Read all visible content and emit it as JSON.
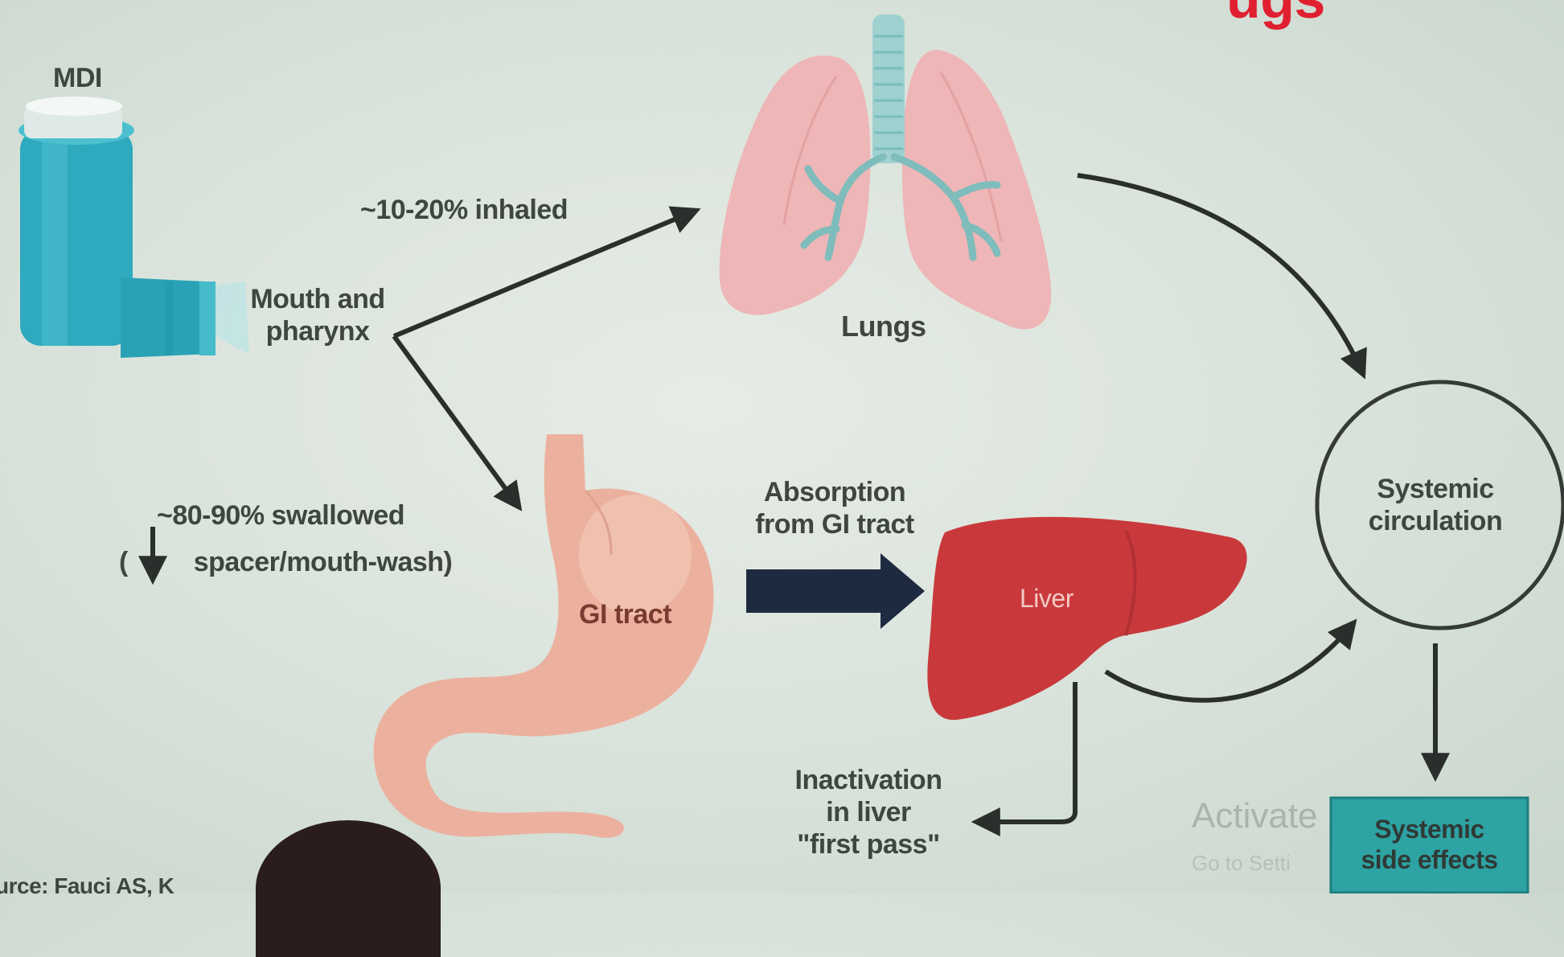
{
  "diagram": {
    "title_fragment": "ugs",
    "labels": {
      "mdi": "MDI",
      "mouth_pharynx_line1": "Mouth and",
      "mouth_pharynx_line2": "pharynx",
      "inhaled": "~10-20% inhaled",
      "lungs": "Lungs",
      "swallowed": "~80-90% swallowed",
      "spacer_open": "(",
      "spacer_text": "spacer/mouth-wash)",
      "gi_tract": "GI tract",
      "absorption_line1": "Absorption",
      "absorption_line2": "from GI tract",
      "liver": "Liver",
      "systemic_line1": "Systemic",
      "systemic_line2": "circulation",
      "inactivation_line1": "Inactivation",
      "inactivation_line2": "in liver",
      "inactivation_line3": "\"first pass\"",
      "side_effects_line1": "Systemic",
      "side_effects_line2": "side effects",
      "source_fragment": "urce: Fauci AS, K"
    },
    "overlay": {
      "activate": "Activate",
      "goto": "Go to Setti"
    },
    "colors": {
      "inhaler": "#2fa9bd",
      "lungs": "#eeb6b6",
      "stomach": "#ecb19e",
      "liver": "#c9393b",
      "arrow": "#2a2f2c",
      "absorption_arrow": "#1e2a3f",
      "side_effects_box": "#2da3a3",
      "title": "#e02030"
    }
  }
}
